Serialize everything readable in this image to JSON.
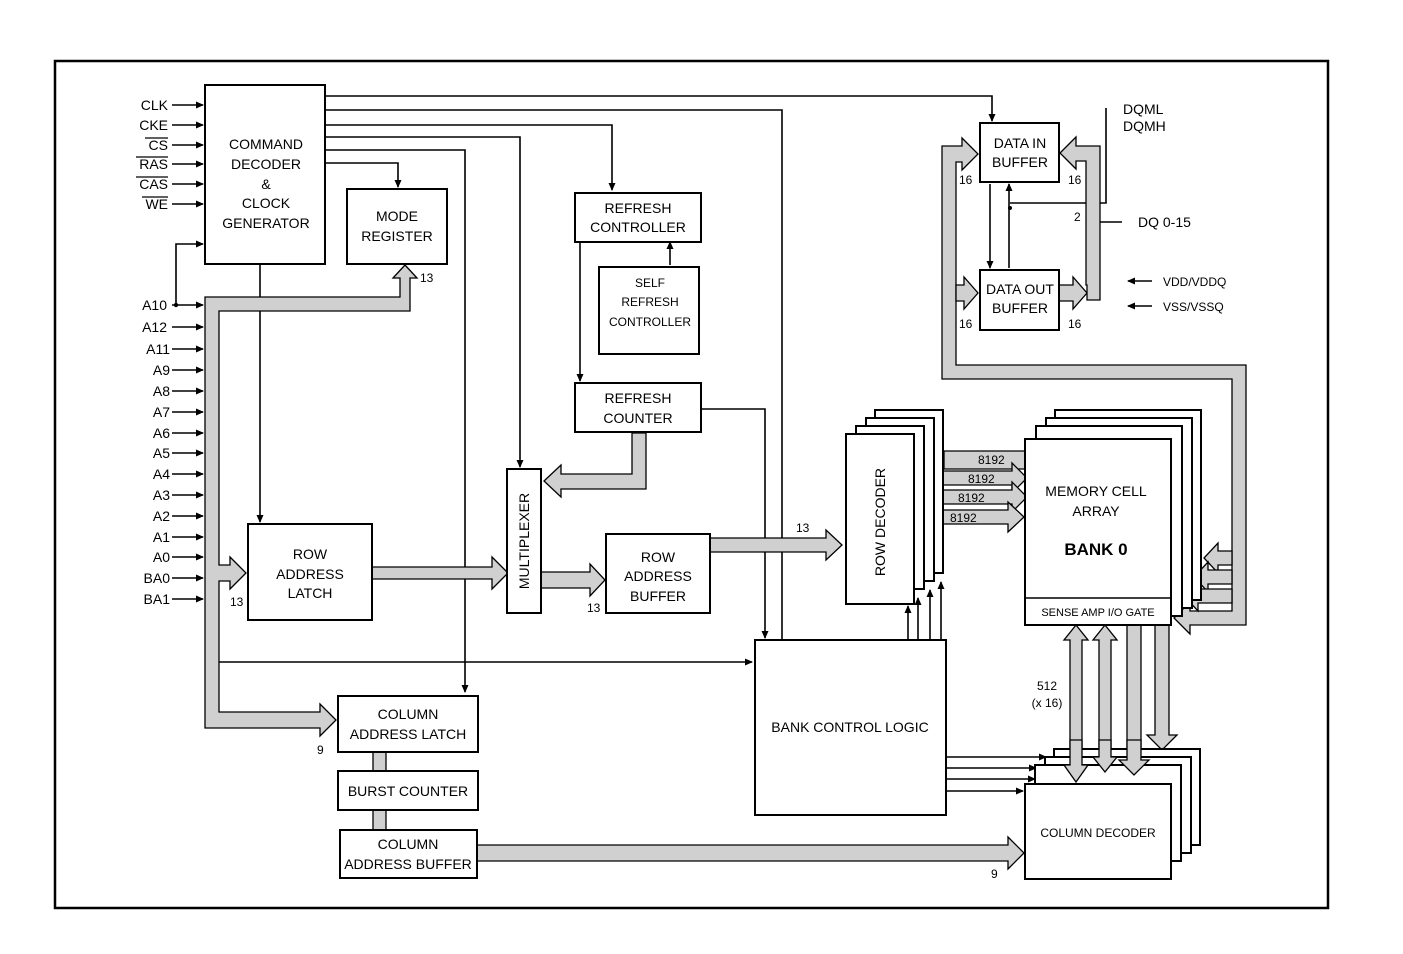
{
  "signals_left": {
    "clk": "CLK",
    "cke": "CKE",
    "cs": "CS",
    "ras": "RAS",
    "cas": "CAS",
    "we": "WE",
    "a10": "A10",
    "a12": "A12",
    "a11": "A11",
    "a9": "A9",
    "a8": "A8",
    "a7": "A7",
    "a6": "A6",
    "a5": "A5",
    "a4": "A4",
    "a3": "A3",
    "a2": "A2",
    "a1": "A1",
    "a0": "A0",
    "ba0": "BA0",
    "ba1": "BA1"
  },
  "signals_right": {
    "dqml": "DQML",
    "dqmh": "DQMH",
    "dq": "DQ 0-15",
    "vdd": "VDD/VDDQ",
    "vss": "VSS/VSSQ"
  },
  "blocks": {
    "cmd_decoder": [
      "COMMAND",
      "DECODER",
      "&",
      "CLOCK",
      "GENERATOR"
    ],
    "mode_register": [
      "MODE",
      "REGISTER"
    ],
    "refresh_controller": [
      "REFRESH",
      "CONTROLLER"
    ],
    "self_refresh": [
      "SELF",
      "REFRESH",
      "CONTROLLER"
    ],
    "refresh_counter": [
      "REFRESH",
      "COUNTER"
    ],
    "multiplexer": "MULTIPLEXER",
    "row_address_latch": [
      "ROW",
      "ADDRESS",
      "LATCH"
    ],
    "row_address_buffer": [
      "ROW",
      "ADDRESS",
      "BUFFER"
    ],
    "row_decoder": "ROW DECODER",
    "memory_array": [
      "MEMORY CELL",
      "ARRAY"
    ],
    "bank": "BANK 0",
    "sense_amp": "SENSE AMP I/O GATE",
    "data_in": [
      "DATA IN",
      "BUFFER"
    ],
    "data_out": [
      "DATA OUT",
      "BUFFER"
    ],
    "column_address_latch": [
      "COLUMN",
      "ADDRESS LATCH"
    ],
    "burst_counter": "BURST COUNTER",
    "column_address_buffer": [
      "COLUMN",
      "ADDRESS BUFFER"
    ],
    "bank_control": "BANK CONTROL LOGIC",
    "column_decoder": "COLUMN DECODER"
  },
  "bus_labels": {
    "mode_13": "13",
    "latch_13": "13",
    "mux_13": "13",
    "rowdec_13": "13",
    "col_9a": "9",
    "col_9b": "9",
    "r8192": [
      "8192",
      "8192",
      "8192",
      "8192"
    ],
    "cols_512": [
      "512",
      "(x 16)"
    ],
    "din_l": "16",
    "din_r": "16",
    "dout_l": "16",
    "dout_r": "16",
    "dqm_2": "2"
  }
}
